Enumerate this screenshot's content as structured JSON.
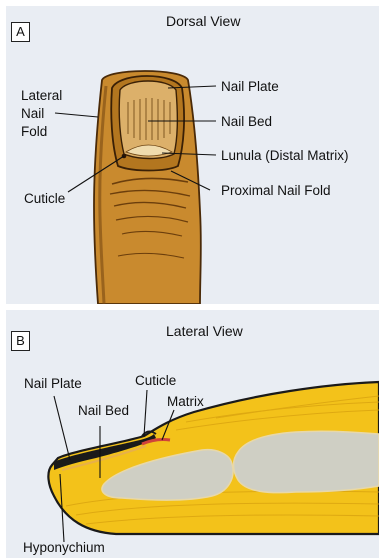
{
  "panel_a": {
    "letter": "A",
    "title": "Dorsal View",
    "labels": {
      "lateral_nail_fold_line1": "Lateral",
      "lateral_nail_fold_line2": "Nail",
      "lateral_nail_fold_line3": "Fold",
      "nail_plate": "Nail Plate",
      "nail_bed": "Nail Bed",
      "lunula": "Lunula (Distal Matrix)",
      "cuticle": "Cuticle",
      "proximal_nail_fold": "Proximal Nail Fold"
    }
  },
  "panel_b": {
    "letter": "B",
    "title": "Lateral View",
    "labels": {
      "nail_plate": "Nail Plate",
      "cuticle": "Cuticle",
      "nail_bed": "Nail Bed",
      "matrix": "Matrix",
      "hyponychium": "Hyponychium"
    }
  },
  "colors": {
    "panel_bg": "#e9edf3",
    "finger_skin": "#c98a2e",
    "finger_shadow": "#7a4a12",
    "fat_yellow": "#f3c21a",
    "bone_gray": "#cfcfc4",
    "matrix_red": "#d0433a"
  }
}
